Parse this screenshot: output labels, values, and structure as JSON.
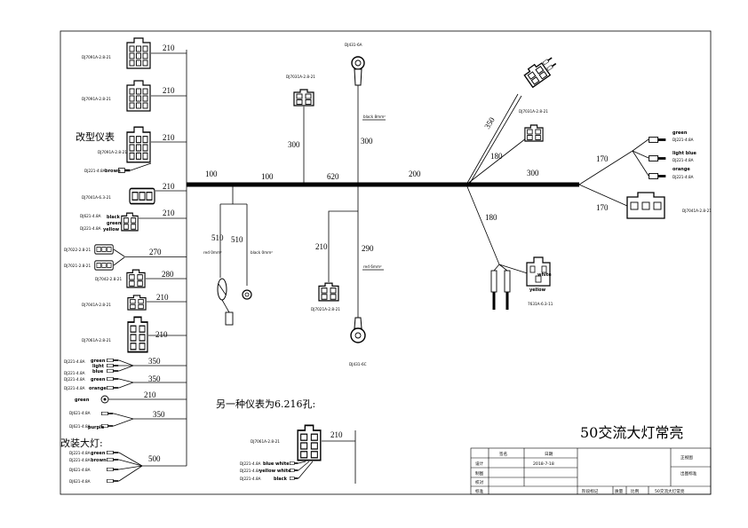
{
  "title": "50交流大灯常亮",
  "notes": {
    "modified_meter": "改型仪表",
    "modified_headlight": "改装大灯:",
    "alt_meter": "另一种仪表为6.216孔:"
  },
  "left": [
    {
      "len": "210",
      "part": "DJ7091A-2.8-21"
    },
    {
      "len": "210",
      "part": "DJ7091A-2.8-21"
    },
    {
      "len": "210",
      "part": "DJ7091A-2.8-21",
      "term": "DJ221-4.8A",
      "color": "brown"
    },
    {
      "len": "210",
      "part": "DJ7041A-6.3-21"
    },
    {
      "len": "210",
      "part": "DJ621-4.8A",
      "term": "DJ221-4.8A",
      "colors": [
        "black",
        "green",
        "yellow"
      ]
    },
    {
      "len": "270",
      "parts": [
        "DJ7022-2.8-21",
        "DJ7021-2.8-21"
      ]
    },
    {
      "len": "280",
      "part": "DJ7042-2.8-21"
    },
    {
      "len": "210",
      "part": "DJ7041A-2.8-21"
    },
    {
      "len": "210",
      "part": "DJ7061A-2.8-21"
    },
    {
      "len": "350",
      "terms": [
        "DJ221-4.8A",
        "DJ221-4.8A"
      ],
      "colors": [
        "green",
        "light",
        "blue"
      ]
    },
    {
      "len": "350",
      "terms": [
        "DJ221-4.8A",
        "DJ221-4.8A"
      ],
      "colors": [
        "green",
        "orange"
      ]
    },
    {
      "len": "210",
      "colors": [
        "green"
      ]
    },
    {
      "len": "350",
      "terms": [
        "DJ621-4.8A",
        "DJ621-4.8A"
      ],
      "colors": [
        "purple"
      ]
    },
    {
      "len": "500",
      "terms": [
        "DJ221-4.8A",
        "DJ221-4.8A",
        "DJ621-4.8A",
        "DJ621-4.8A"
      ],
      "colors": [
        "green",
        "brown"
      ]
    }
  ],
  "trunk_segments": [
    "100",
    "100",
    "620",
    "200"
  ],
  "top": {
    "meter_connector": {
      "part": "DJ7031A-2.8-21",
      "len": "300"
    },
    "ring": {
      "part": "DJ431-6A",
      "wire": "black 8mm²",
      "len": "300"
    }
  },
  "center": {
    "switch": {
      "lens": [
        "510",
        "510"
      ],
      "wires": [
        "red 0mm²",
        "black 0mm²"
      ]
    },
    "connector": {
      "len": "210",
      "part": "DJ7021A-2.8-21"
    },
    "ring": {
      "len": "290",
      "wire": "red 6mm²",
      "part": "DJ431-6C"
    }
  },
  "right": {
    "upper": {
      "len": "350"
    },
    "mid": {
      "part": "DJ7031A-2.8-21",
      "len": "180"
    },
    "trunk_end": {
      "len": "300"
    },
    "spades": {
      "len": "170",
      "items": [
        {
          "color": "green",
          "part": "DJ221-4.8A"
        },
        {
          "color": "light blue",
          "part": "DJ221-4.8A"
        },
        {
          "color": "orange",
          "part": "DJ221-4.8A"
        }
      ]
    },
    "end_connector": {
      "len": "170",
      "part": "DJ7041A-2.8-21"
    },
    "lower": {
      "len": "180",
      "colors": [
        "white",
        "yellow"
      ],
      "part": "7631A-6.3-11"
    }
  },
  "alt_meter": {
    "part": "DJ7061A-2.8-21",
    "len": "210",
    "wires": [
      {
        "part": "DJ221-4.8A",
        "color": "blue white"
      },
      {
        "part": "DJ221-4.8A",
        "color": "yellow white"
      },
      {
        "part": "DJ221-4.8A",
        "color": "black"
      }
    ]
  },
  "title_block": {
    "headers": [
      "签名",
      "日期"
    ],
    "rows": [
      "设计",
      "制图",
      "校对",
      "标准"
    ],
    "date": "2018-7-18",
    "view": "正视图",
    "standard": "出图标准",
    "footer": [
      "阶段标记",
      "质量",
      "比例"
    ],
    "drawing_name": "50交流大灯常亮"
  }
}
